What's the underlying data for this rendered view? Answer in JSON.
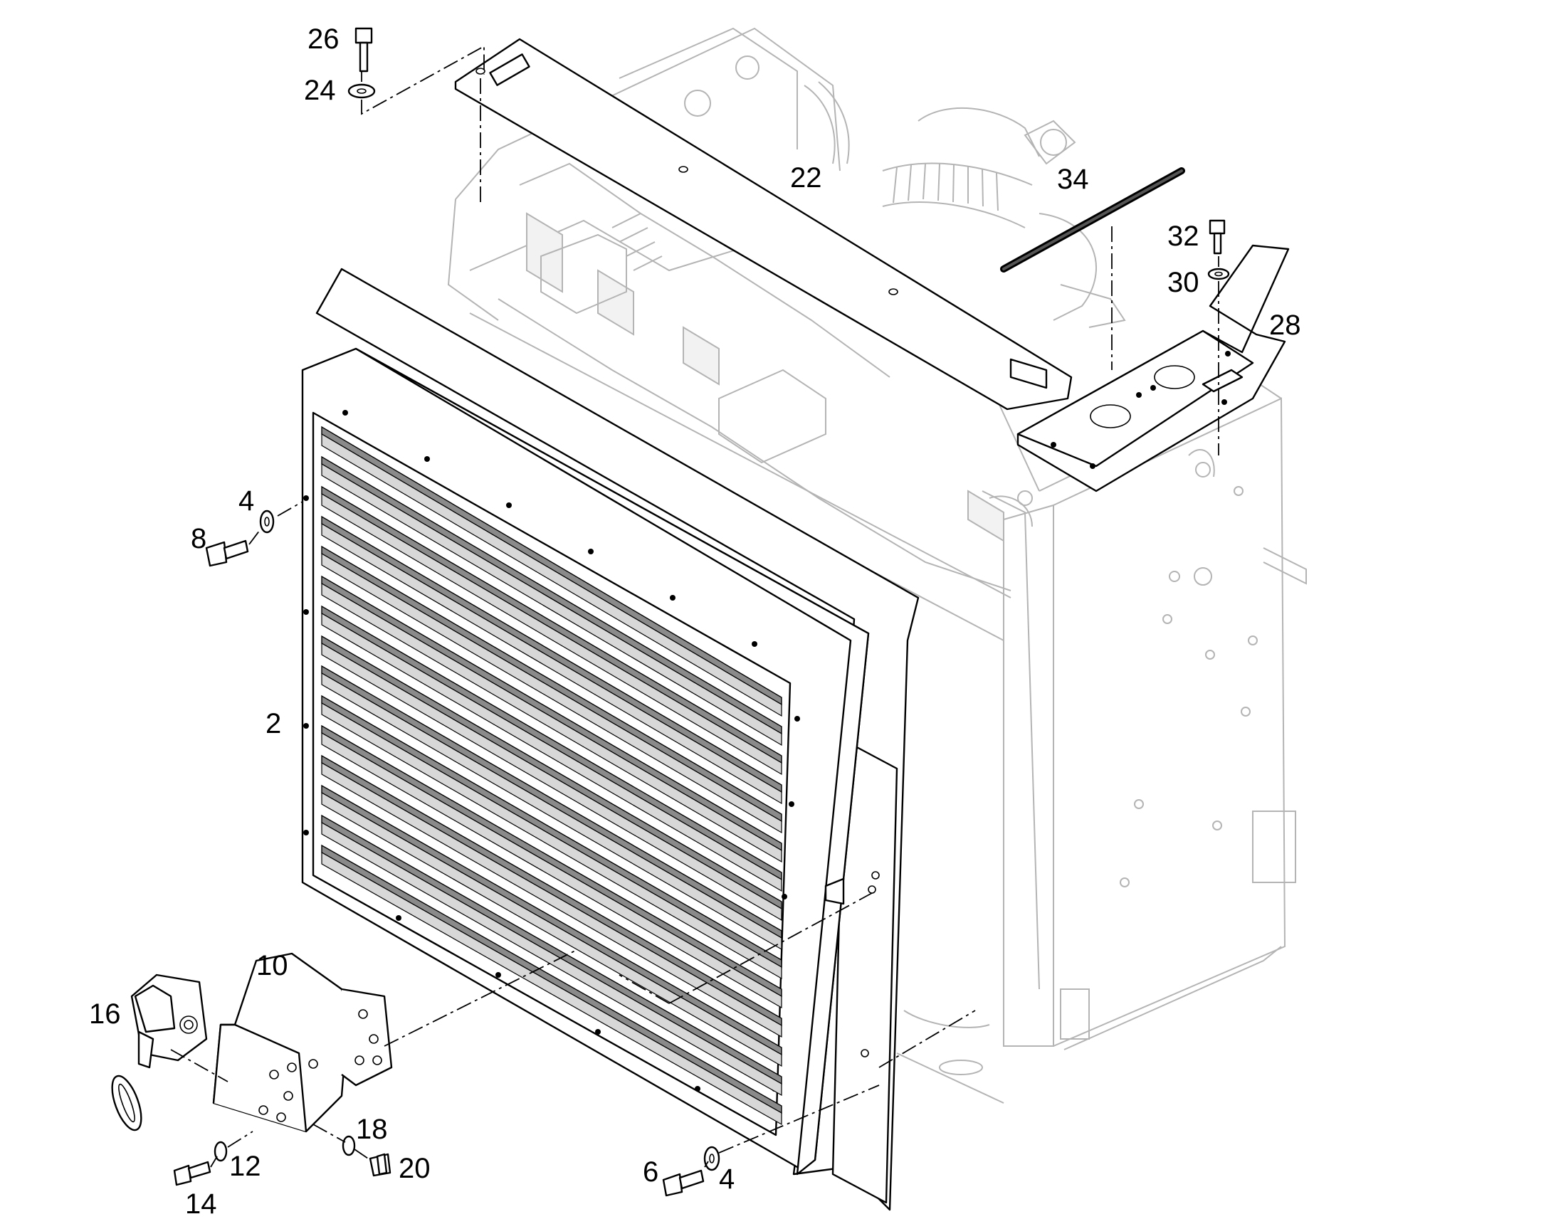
{
  "callouts": [
    {
      "id": "c2",
      "label": "2"
    },
    {
      "id": "c4a",
      "label": "4"
    },
    {
      "id": "c4b",
      "label": "4"
    },
    {
      "id": "c6",
      "label": "6"
    },
    {
      "id": "c8",
      "label": "8"
    },
    {
      "id": "c10",
      "label": "10"
    },
    {
      "id": "c12",
      "label": "12"
    },
    {
      "id": "c14",
      "label": "14"
    },
    {
      "id": "c16",
      "label": "16"
    },
    {
      "id": "c18",
      "label": "18"
    },
    {
      "id": "c20",
      "label": "20"
    },
    {
      "id": "c22",
      "label": "22"
    },
    {
      "id": "c24",
      "label": "24"
    },
    {
      "id": "c26",
      "label": "26"
    },
    {
      "id": "c28",
      "label": "28"
    },
    {
      "id": "c30",
      "label": "30"
    },
    {
      "id": "c32",
      "label": "32"
    },
    {
      "id": "c34",
      "label": "34"
    }
  ]
}
